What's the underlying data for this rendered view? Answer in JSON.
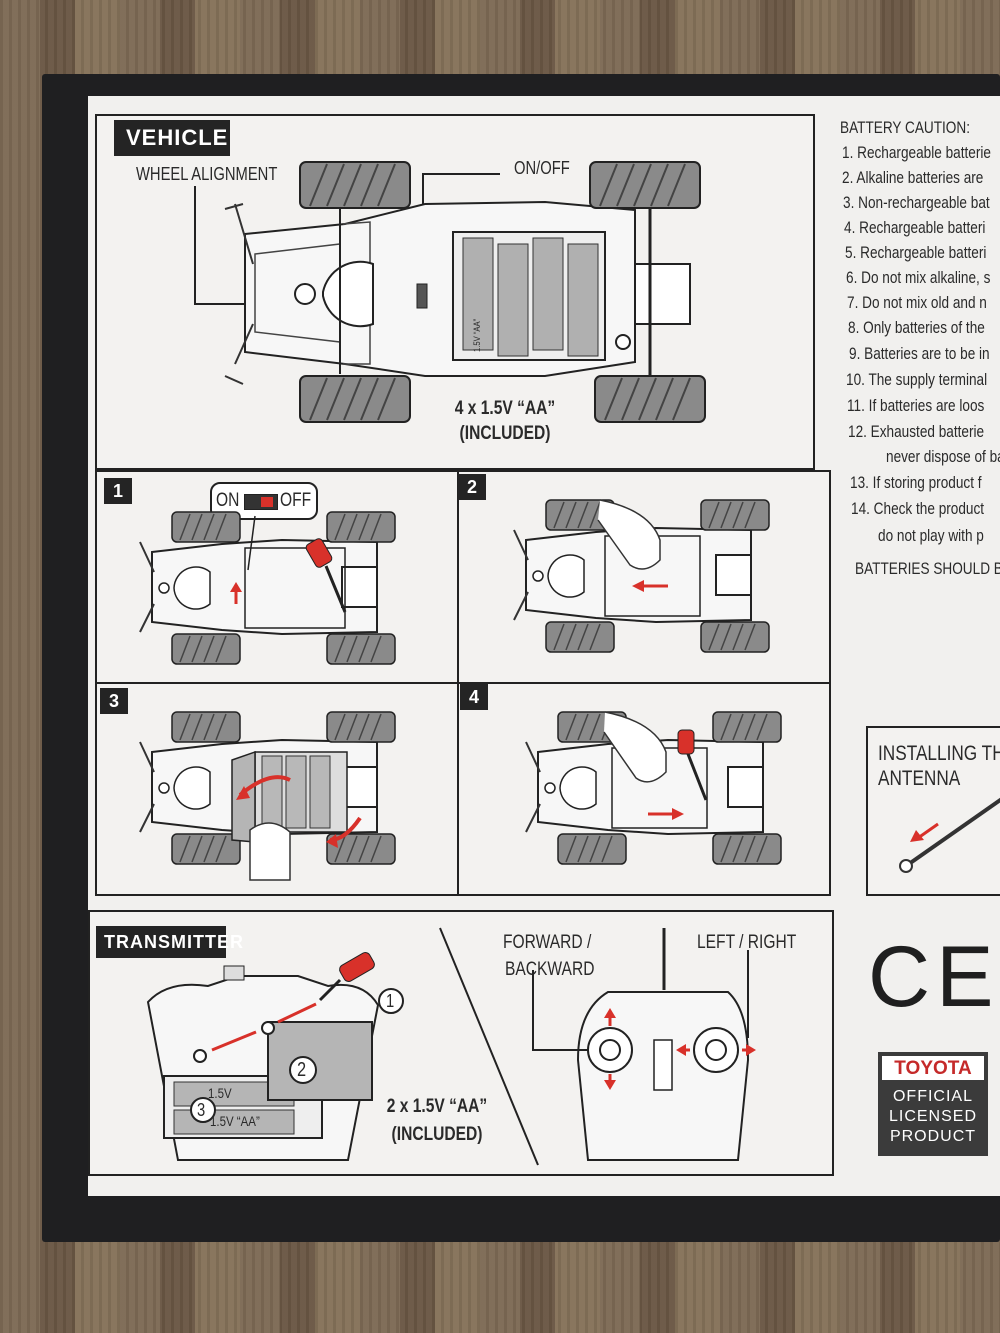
{
  "vehicle": {
    "title": "VEHICLE",
    "wheel_alignment": "WHEEL ALIGNMENT",
    "on_off": "ON/OFF",
    "batteries_line1": "4 x 1.5V “AA”",
    "batteries_line2": "(INCLUDED)",
    "cell_label": "1.5V “AA”",
    "steps": [
      {
        "number": "1",
        "switch_on": "ON",
        "switch_off": "OFF"
      },
      {
        "number": "2"
      },
      {
        "number": "3"
      },
      {
        "number": "4"
      }
    ]
  },
  "transmitter": {
    "title": "TRANSMITTER",
    "forward_backward_1": "FORWARD /",
    "forward_backward_2": "BACKWARD",
    "left_right": "LEFT / RIGHT",
    "batteries_line1": "2 x 1.5V “AA”",
    "batteries_line2": "(INCLUDED)",
    "callouts": [
      "1",
      "2",
      "3"
    ],
    "cell_label_short": "1.5V",
    "cell_label": "1.5V “AA”"
  },
  "battery_caution": {
    "title": "BATTERY CAUTION:",
    "items": [
      "1. Rechargeable batterie",
      "2. Alkaline batteries are",
      "3. Non-rechargeable bat",
      "4. Rechargeable batteri",
      "5. Rechargeable batteri",
      "6. Do not mix alkaline, s",
      "7. Do not mix old and n",
      "8. Only batteries of the",
      "9. Batteries are to be in",
      "10. The supply terminal",
      "11. If batteries are loos",
      "12. Exhausted batterie",
      "never dispose of ba",
      "13. If storing product f",
      "14. Check the product",
      "do not play with p"
    ],
    "footer": "BATTERIES SHOULD BE"
  },
  "antenna": {
    "line1": "INSTALLING THE",
    "line2": "ANTENNA"
  },
  "ce_mark": "CE",
  "toyota_badge": {
    "brand": "TOYOTA",
    "line1": "OFFICIAL",
    "line2": "LICENSED",
    "line3": "PRODUCT"
  },
  "colors": {
    "accent_red": "#d8312a",
    "ink": "#2a2a2a",
    "panel_bg": "#f3f2f0",
    "tire": "#8a8a8a"
  }
}
